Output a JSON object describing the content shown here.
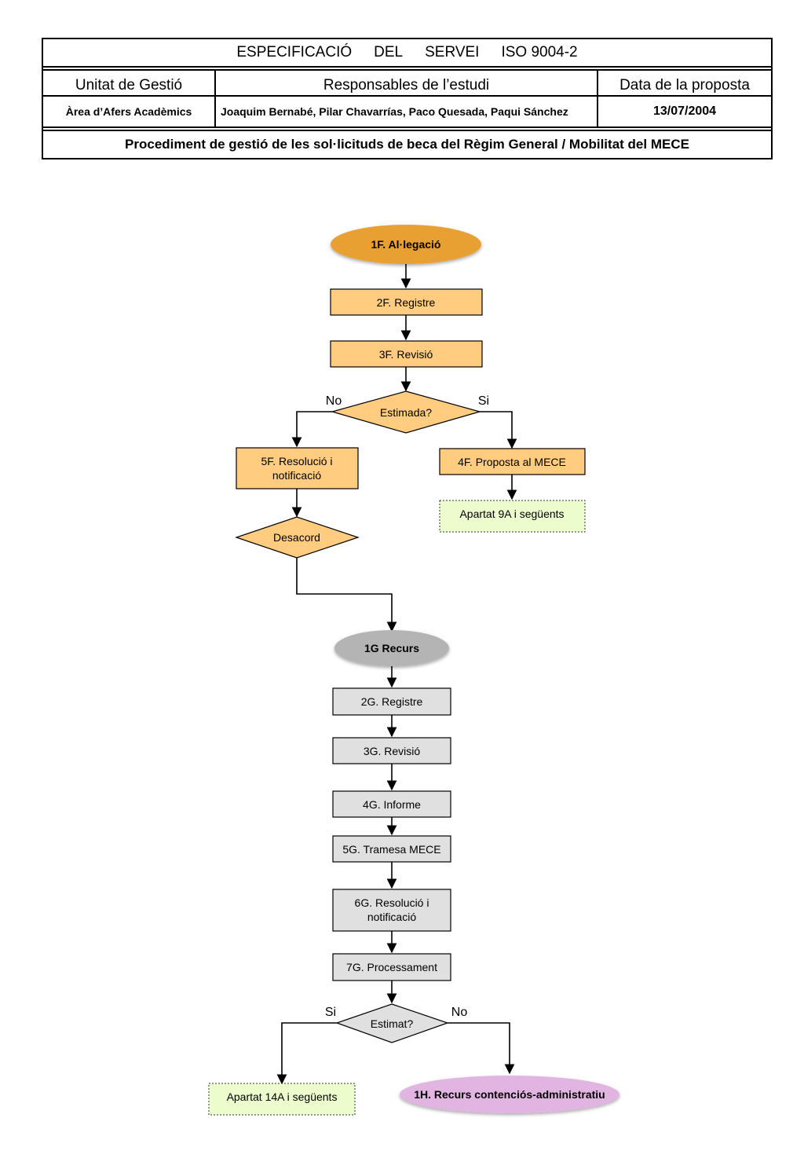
{
  "header": {
    "title_words": [
      "ESPECIFICACIÓ",
      "DEL",
      "SERVEI",
      "ISO 9004-2"
    ],
    "col_unit": "Unitat de Gestió",
    "col_resp": "Responsables de l’estudi",
    "col_date": "Data de la proposta",
    "unit_value": "Àrea d’Afers Acadèmics",
    "resp_value": "Joaquim Bernabé, Pilar Chavarrías, Paco Quesada, Paqui Sánchez",
    "date_value": "13/07/2004",
    "procedure": "Procediment de gestió de les sol·licituds de beca del Règim General / Mobilitat del MECE"
  },
  "flow": {
    "f1": "1F. Al·legació",
    "f2": "2F. Registre",
    "f3": "3F. Revisió",
    "f_decision": "Estimada?",
    "f_no": "No",
    "f_si": "Si",
    "f5_line1": "5F. Resolució i",
    "f5_line2": "notificació",
    "f4": "4F. Proposta al MECE",
    "f_ref": "Apartat 9A i següents",
    "f_desacord": "Desacord",
    "g1": "1G Recurs",
    "g2": "2G. Registre",
    "g3": "3G. Revisió",
    "g4": "4G. Informe",
    "g5": "5G. Tramesa MECE",
    "g6_line1": "6G. Resolució i",
    "g6_line2": "notificació",
    "g7": "7G. Processament",
    "g_decision": "Estimat?",
    "g_si": "Si",
    "g_no": "No",
    "g_ref": "Apartat 14A i següents",
    "h1": "1H. Recurs contenciós-administratiu"
  },
  "colors": {
    "orange_oval": "#e8a030",
    "orange_box": "#ffcc80",
    "grey_oval": "#b4b4b4",
    "grey_box": "#e0e0e0",
    "green_box": "#ecfccc",
    "pink_oval": "#e2b4e2"
  }
}
